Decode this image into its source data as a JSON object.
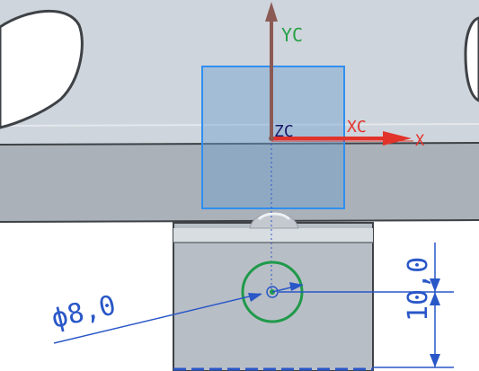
{
  "viewport": {
    "colors": {
      "part_face": "#cfd5dc",
      "part_front": "#aab1b9",
      "block_face": "#b8bec5",
      "edge": "#3e4246",
      "sketch_plane_fill": "#6f9fd0",
      "sketch_plane_stroke": "#2f8ff0",
      "dimension": "#2957c8",
      "circle": "#1f9a4a",
      "axis_y": "#8b5a55",
      "axis_x": "#e2332b",
      "label_yc": "#27a146",
      "label_x": "#e2332b"
    }
  },
  "csys": {
    "y_axis_label": "YC",
    "z_axis_label": "ZC",
    "x_axis_label": "XC",
    "absolute_x_label": "X"
  },
  "dimensions": {
    "diameter_label": "ϕ8,0",
    "distance_label": "10,0"
  }
}
